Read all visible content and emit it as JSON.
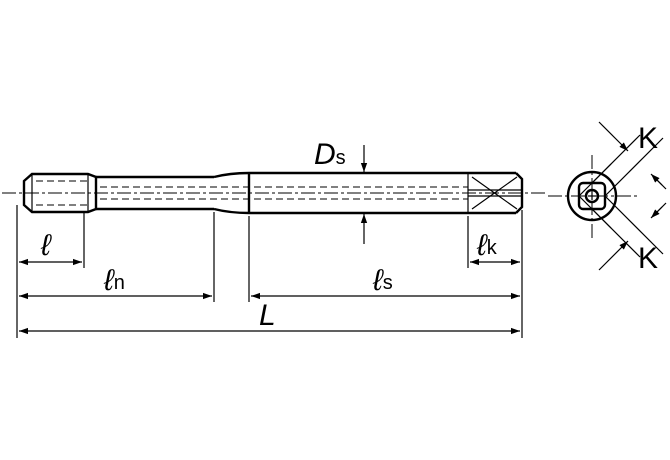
{
  "labels": {
    "ell_symbol": "ℓ",
    "ds_main": "D",
    "ds_sub": "s",
    "ln_sub": "n",
    "ls_sub": "s",
    "lk_sub": "k",
    "L": "L",
    "K": "K"
  }
}
